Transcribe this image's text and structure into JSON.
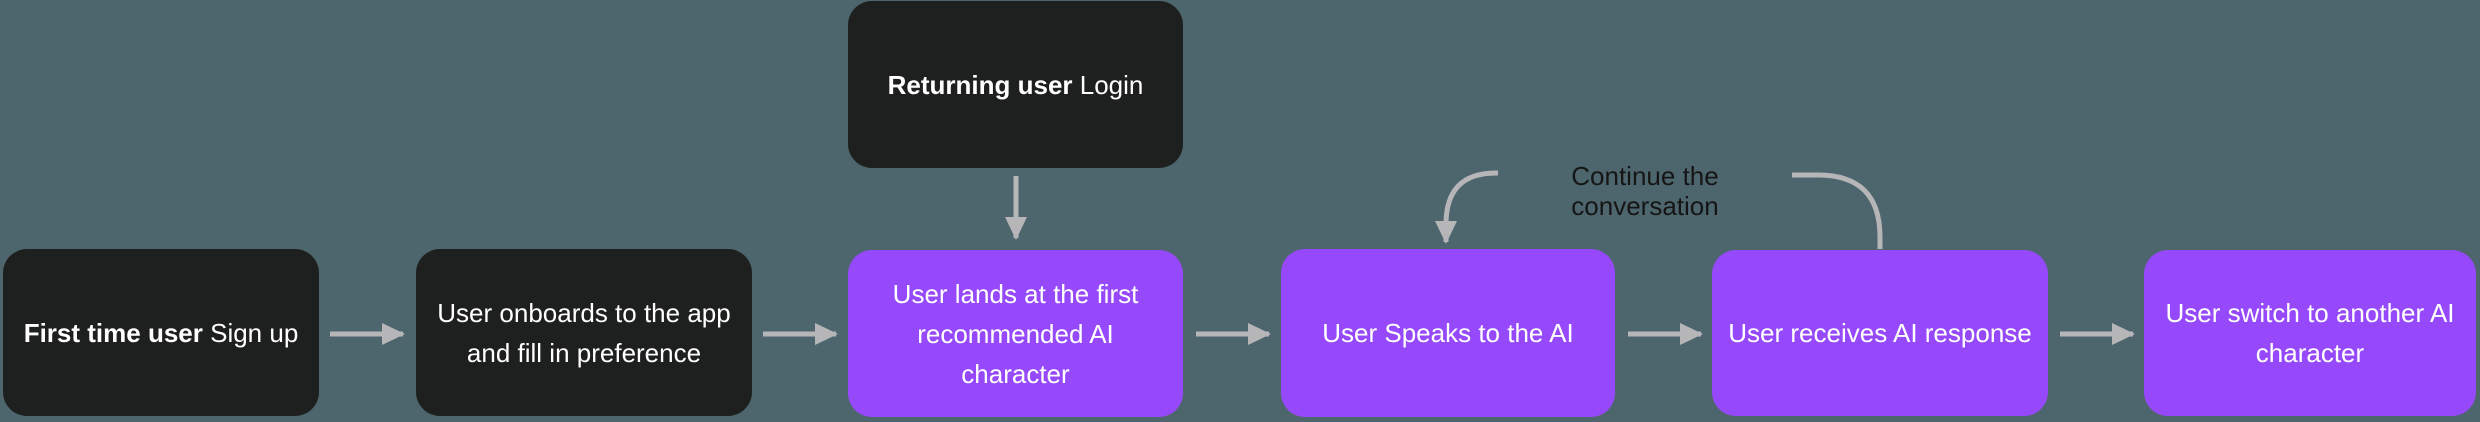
{
  "diagram": {
    "title_hint": "user flow diagram",
    "colors": {
      "background": "#4D666D",
      "dark_node": "#1E1F1F",
      "purple_node": "#9649FA",
      "arrow": "#B6B6B9",
      "node_text": "#FFFFFF",
      "label_text": "#151515"
    },
    "nodes": [
      {
        "id": "signup",
        "style": "dark",
        "bold": "First time user",
        "rest": " Sign up"
      },
      {
        "id": "onboard",
        "style": "dark",
        "lines": [
          "User onboards to the app",
          "and fill in preference"
        ]
      },
      {
        "id": "login",
        "style": "dark",
        "bold": "Returning user",
        "rest": " Login"
      },
      {
        "id": "landing",
        "style": "purple",
        "lines": [
          "User lands at the first",
          "recommended AI",
          "character"
        ]
      },
      {
        "id": "speaks",
        "style": "purple",
        "lines": [
          "User Speaks to the AI"
        ]
      },
      {
        "id": "response",
        "style": "purple",
        "lines": [
          "User receives AI response"
        ]
      },
      {
        "id": "switch",
        "style": "purple",
        "lines": [
          "User switch to another AI",
          "character"
        ]
      }
    ],
    "connections": [
      {
        "from": "signup",
        "to": "onboard",
        "type": "straight"
      },
      {
        "from": "onboard",
        "to": "landing",
        "type": "straight"
      },
      {
        "from": "login",
        "to": "landing",
        "type": "straight-down"
      },
      {
        "from": "landing",
        "to": "speaks",
        "type": "straight"
      },
      {
        "from": "speaks",
        "to": "response",
        "type": "straight"
      },
      {
        "from": "response",
        "to": "speaks",
        "type": "loop-back",
        "label": "Continue the conversation"
      },
      {
        "from": "response",
        "to": "switch",
        "type": "straight"
      }
    ],
    "loop_label": "Continue the conversation"
  }
}
